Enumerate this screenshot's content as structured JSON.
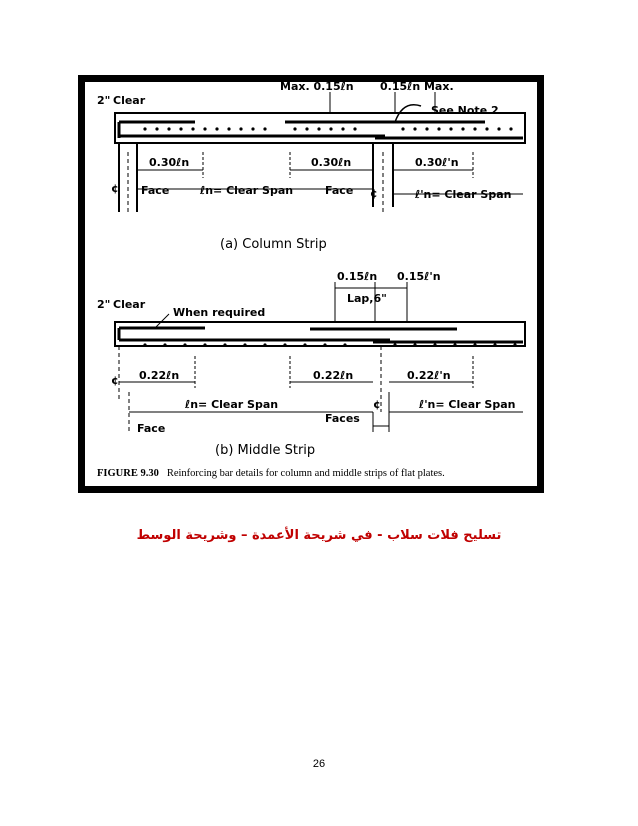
{
  "figure": {
    "caption_label": "FIGURE 9.30",
    "caption_text": "Reinforcing bar details for column and middle strips of flat plates.",
    "column_strip": {
      "title": "(a) Column Strip",
      "clear_dim": "2\"",
      "clear_label": "Clear",
      "max_label_1": "Max. 0.15ℓn",
      "max_label_2": "0.15ℓn Max.",
      "note_label": "See Note 2",
      "dim_left": "0.30ℓn",
      "dim_center": "0.30ℓn",
      "dim_right": "0.30ℓ'n",
      "face_left": "Face",
      "face_center": "Face",
      "span_left": "ℓn= Clear Span",
      "span_right": "ℓ'n= Clear Span",
      "centerline": "¢"
    },
    "middle_strip": {
      "title": "(b) Middle Strip",
      "clear_dim": "2\"",
      "clear_label": "Clear",
      "when_required": "When required",
      "dim_top_left": "0.15ℓn",
      "dim_top_right": "0.15ℓ'n",
      "lap_label": "Lap,6\"",
      "dim_left": "0.22ℓn",
      "dim_center": "0.22ℓn",
      "dim_right": "0.22ℓ'n",
      "span_left": "ℓn= Clear Span",
      "span_right": "ℓ'n= Clear Span",
      "faces_label": "Faces",
      "face_label": "Face",
      "centerline": "¢"
    }
  },
  "arabic_title": "تسليح فلات سلاب - في شريحة الأعمدة – وشريحة الوسط",
  "page_number": "26"
}
